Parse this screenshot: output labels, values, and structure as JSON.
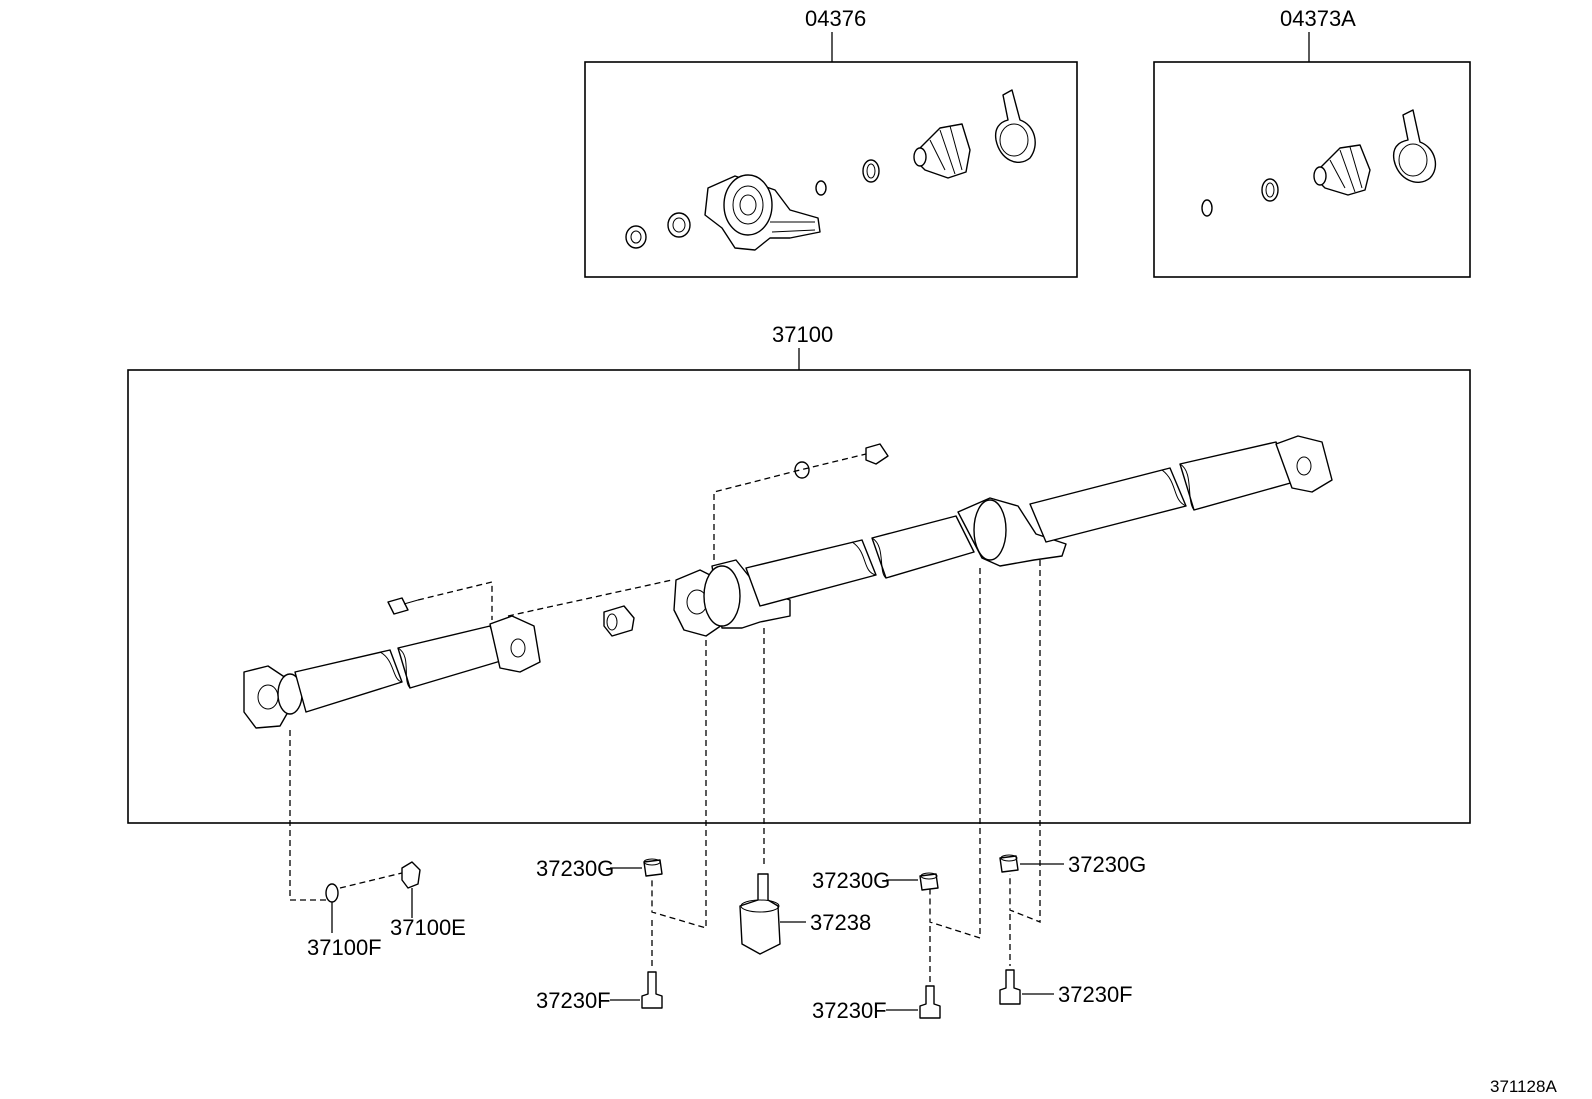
{
  "diagram": {
    "ref_code": "371128A",
    "parts": {
      "kit_center_bearing": "04376",
      "kit_boot": "04373A",
      "propeller_shaft_assy": "37100",
      "nut_front": "37100E",
      "washer_front": "37100F",
      "cushion_center_left": "37230G",
      "cushion_center_mid": "37230G",
      "cushion_center_right": "37230G",
      "bolt_left": "37230F",
      "bolt_mid": "37230F",
      "bolt_right": "37230F",
      "center_support_stud": "37238"
    }
  }
}
